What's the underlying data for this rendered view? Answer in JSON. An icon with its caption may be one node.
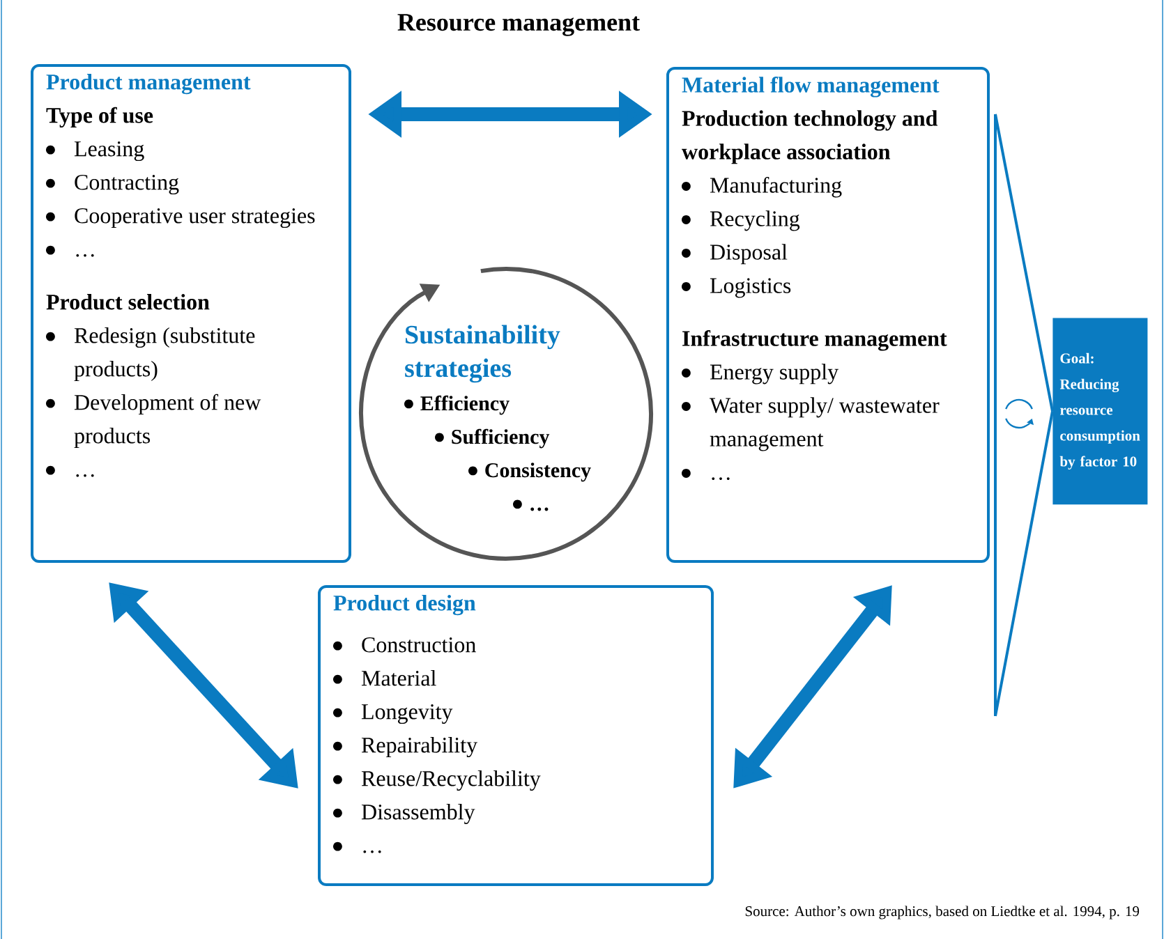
{
  "diagram": {
    "title": "Resource management",
    "caption": "Source: Author’s own graphics, based on Liedtke et al. 1994, p. 19",
    "nodes": [
      {
        "text": [
          "Product management",
          "Type of use",
          "Leasing",
          "Contracting",
          "Cooperative user strategies",
          "…",
          "Product selection",
          "Redesign (substitute products)",
          "Development of new products",
          "…"
        ]
      },
      {
        "text": [
          "Material flow management",
          "Production technology and workplace association",
          "Manufacturing",
          "Recycling",
          "Disposal",
          "Logistics",
          "Infrastructure management",
          "Energy supply",
          "Water supply/ wastewater management",
          "…"
        ]
      },
      {
        "text": [
          "Product design",
          "Construction",
          "Material",
          "Longevity",
          "Repairability",
          "Reuse/Recyclability",
          "Disassembly",
          "…"
        ]
      },
      {
        "text": [
          "Sustainability strategies",
          "Efficiency",
          "Sufficiency",
          "Consistency",
          "…"
        ]
      },
      {
        "text": [
          "Goal: Reducing resource consumption by factor 10"
        ]
      }
    ],
    "edges": [
      {
        "from": 0,
        "to": 1,
        "arrow": "both"
      },
      {
        "from": 0,
        "to": 2,
        "arrow": "both"
      },
      {
        "from": 2,
        "to": 1,
        "arrow": "both"
      },
      {
        "from": 1,
        "to": 4,
        "arrow": "none"
      }
    ]
  }
}
